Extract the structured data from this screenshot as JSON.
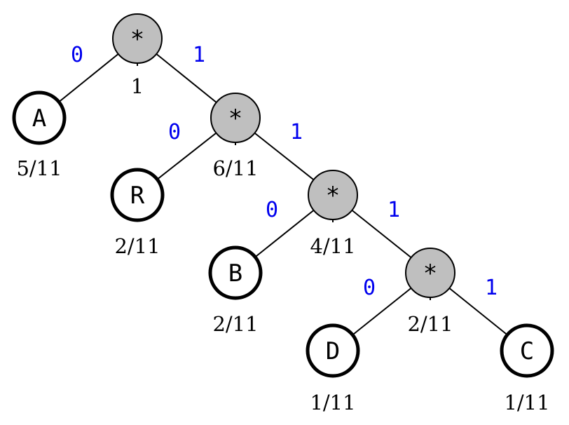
{
  "colors": {
    "internal_fill": "#bfbfbf",
    "leaf_fill": "#ffffff",
    "edge": "#000000",
    "bit_label": "#0000ee"
  },
  "tree": {
    "internal_nodes": [
      {
        "id": "n1",
        "symbol": "*",
        "weight": "1"
      },
      {
        "id": "n2",
        "symbol": "*",
        "weight": "6/11"
      },
      {
        "id": "n3",
        "symbol": "*",
        "weight": "4/11"
      },
      {
        "id": "n4",
        "symbol": "*",
        "weight": "2/11"
      }
    ],
    "leaves": [
      {
        "id": "A",
        "symbol": "A",
        "weight": "5/11"
      },
      {
        "id": "R",
        "symbol": "R",
        "weight": "2/11"
      },
      {
        "id": "B",
        "symbol": "B",
        "weight": "2/11"
      },
      {
        "id": "D",
        "symbol": "D",
        "weight": "1/11"
      },
      {
        "id": "C",
        "symbol": "C",
        "weight": "1/11"
      }
    ],
    "edges": [
      {
        "from": "n1",
        "to": "A",
        "bit": "0"
      },
      {
        "from": "n1",
        "to": "n2",
        "bit": "1"
      },
      {
        "from": "n2",
        "to": "R",
        "bit": "0"
      },
      {
        "from": "n2",
        "to": "n3",
        "bit": "1"
      },
      {
        "from": "n3",
        "to": "B",
        "bit": "0"
      },
      {
        "from": "n3",
        "to": "n4",
        "bit": "1"
      },
      {
        "from": "n4",
        "to": "D",
        "bit": "0"
      },
      {
        "from": "n4",
        "to": "C",
        "bit": "1"
      }
    ]
  }
}
